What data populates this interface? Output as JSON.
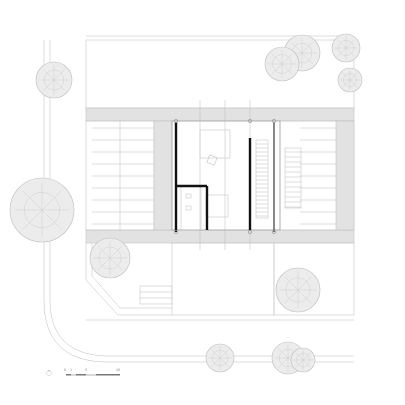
{
  "drawing": {
    "kind": "architectural-site-plan",
    "background_color": "#ffffff",
    "line_color": "#bdbdbd",
    "wall_color": "#111111",
    "band_fill_color": "#e2e2e2",
    "tree_fill_color": "#ececec"
  },
  "scale_bar": {
    "labels": [
      "0",
      "1",
      "5",
      "10"
    ]
  },
  "north_marker": {
    "icon": "circle-north-icon"
  }
}
